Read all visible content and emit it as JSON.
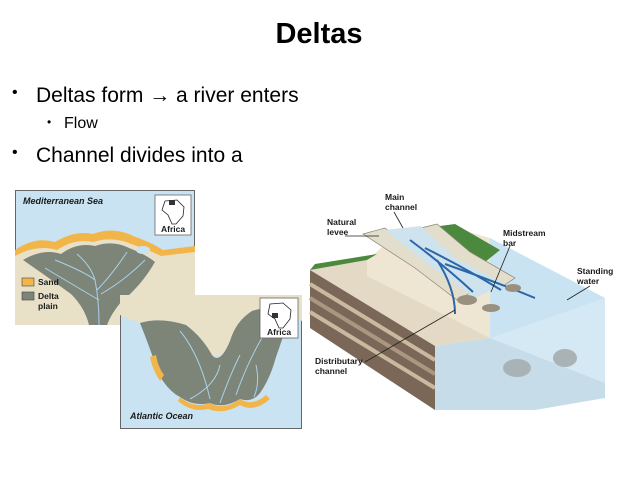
{
  "slide": {
    "title": "Deltas",
    "bullets": [
      {
        "text": "Deltas form → a river enters"
      },
      {
        "text": "Flow"
      },
      {
        "text": "Channel divides into a"
      }
    ]
  },
  "map_nile": {
    "sea_label": "Mediterranean Sea",
    "inset_label": "Africa",
    "legend": [
      {
        "label": "Sand",
        "color": "#f2b54a"
      },
      {
        "label": "Delta plain",
        "line1": "Delta",
        "line2": "plain",
        "color": "#7d8478"
      }
    ]
  },
  "map_niger": {
    "ocean_label": "Atlantic Ocean",
    "inset_label": "Africa"
  },
  "block_diagram": {
    "labels": {
      "main_channel_1": "Main",
      "main_channel_2": "channel",
      "natural_levee_1": "Natural",
      "natural_levee_2": "levee",
      "midstream_bar_1": "Midstream",
      "midstream_bar_2": "bar",
      "standing_water_1": "Standing",
      "standing_water_2": "water",
      "distributary_1": "Distributary",
      "distributary_2": "channel"
    }
  },
  "colors": {
    "water": "#c9e3f2",
    "sand": "#f2b54a",
    "delta": "#7d8478",
    "land": "#4b8a3e",
    "sediment_dark": "#6e5a4c",
    "sediment_light": "#e4d9c4"
  }
}
